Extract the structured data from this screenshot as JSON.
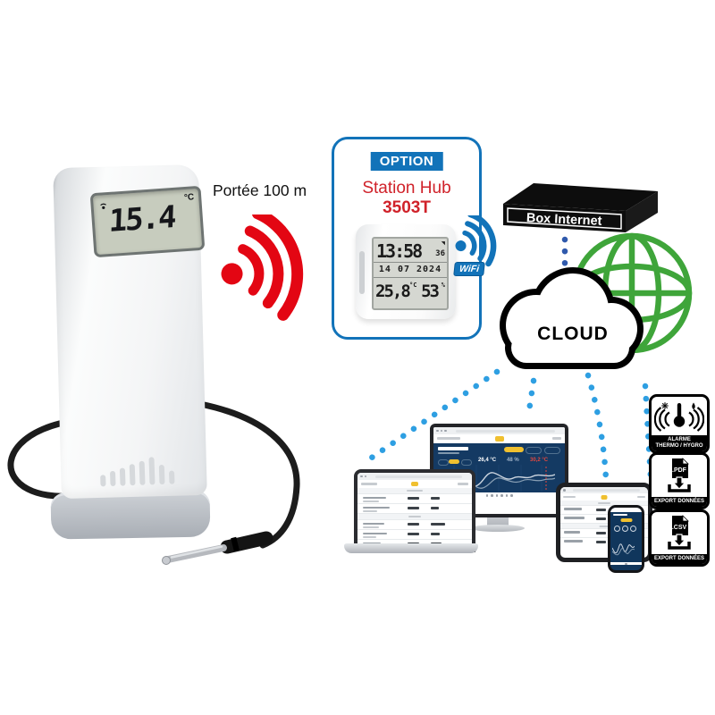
{
  "colors": {
    "red": "#e30613",
    "blue": "#1273b9",
    "light_blue_dots": "#2e9fe2",
    "dark_blue_dots": "#2f59ac",
    "green": "#3fa53a",
    "navy": "#143a63",
    "yellow": "#f0c02f"
  },
  "sensor": {
    "lcd_value": "15.4",
    "lcd_unit": "°C"
  },
  "range": {
    "label": "Portée 100 m"
  },
  "option_panel": {
    "badge": "OPTION",
    "product": "Station Hub",
    "model": "3503T",
    "hub_lcd": {
      "time": "13:58",
      "seconds": "36",
      "date": "14 07 2024",
      "temperature": "25,8",
      "temperature_unit": "°C",
      "humidity": "53",
      "humidity_unit": "%"
    }
  },
  "wifi": {
    "label": "WiFi"
  },
  "router": {
    "label": "Box Internet"
  },
  "cloud": {
    "label": "CLOUD"
  },
  "dashboard": {
    "temperature": "26,4 °C",
    "humidity": "48 %",
    "alert": "30,2 °C"
  },
  "badges": {
    "alarm": {
      "line1": "ALARME",
      "line2": "THERMO / HYGRO"
    },
    "pdf": {
      "file": ".PDF",
      "caption": "EXPORT DONNÉES"
    },
    "csv": {
      "file": ".CSV",
      "caption": "EXPORT DONNÉES"
    }
  }
}
